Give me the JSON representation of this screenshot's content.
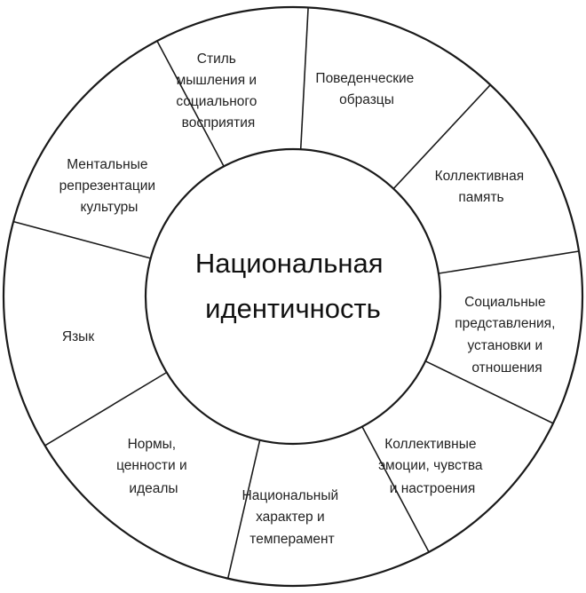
{
  "center": {
    "lines": [
      "Национальная",
      "идентичность"
    ]
  },
  "segments": [
    {
      "id": "style",
      "lines": [
        "Стиль",
        "мышления и",
        "социального",
        "восприятия"
      ]
    },
    {
      "id": "behavior",
      "lines": [
        "Поведенческие",
        "образцы"
      ]
    },
    {
      "id": "memory",
      "lines": [
        "Коллективная",
        "память"
      ]
    },
    {
      "id": "social",
      "lines": [
        "Социальные",
        "представления,",
        "установки и",
        "отношения"
      ]
    },
    {
      "id": "emotions",
      "lines": [
        "Коллективные",
        "эмоции, чувства",
        "и настроения"
      ]
    },
    {
      "id": "character",
      "lines": [
        "Национальный",
        "характер и",
        "темперамент"
      ]
    },
    {
      "id": "norms",
      "lines": [
        "Нормы,",
        "ценности и",
        "идеалы"
      ]
    },
    {
      "id": "language",
      "lines": [
        "Язык"
      ]
    },
    {
      "id": "mental",
      "lines": [
        "Ментальные",
        "репрезентации",
        "культуры"
      ]
    }
  ]
}
